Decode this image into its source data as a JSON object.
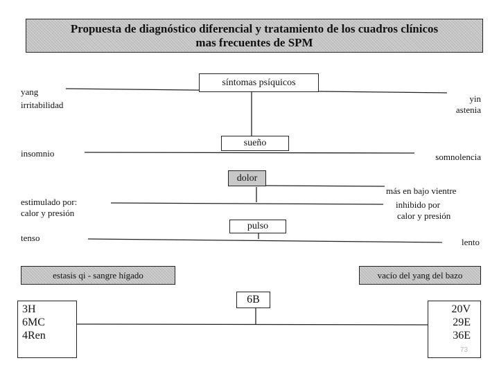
{
  "title": {
    "line1": "Propuesta de diagnóstico diferencial y tratamiento de los cuadros clínicos",
    "line2": "mas frecuentes de SPM"
  },
  "rows": {
    "sintomas": {
      "label": "síntomas psíquicos",
      "left1": "yang",
      "left2": "irritabilidad",
      "right1": "yin",
      "right2": "astenia"
    },
    "sueno": {
      "label": "sueño",
      "left": "insomnio",
      "right": "somnolencia"
    },
    "dolor": {
      "label": "dolor",
      "left1": "estimulado por:",
      "left2": "calor y presión",
      "right1": "más en bajo vientre",
      "right2": "inhibido por",
      "right3": "calor y presión"
    },
    "pulso": {
      "label": "pulso",
      "left": "tenso",
      "right": "lento"
    }
  },
  "diagnoses": {
    "left": "estasis qi - sangre hígado",
    "right": "vacío del yang del bazo"
  },
  "points": {
    "center": "6B",
    "left": [
      "3H",
      "6MC",
      "4Ren"
    ],
    "right": [
      "20V",
      "29E",
      "36E"
    ]
  },
  "page_number": "73"
}
